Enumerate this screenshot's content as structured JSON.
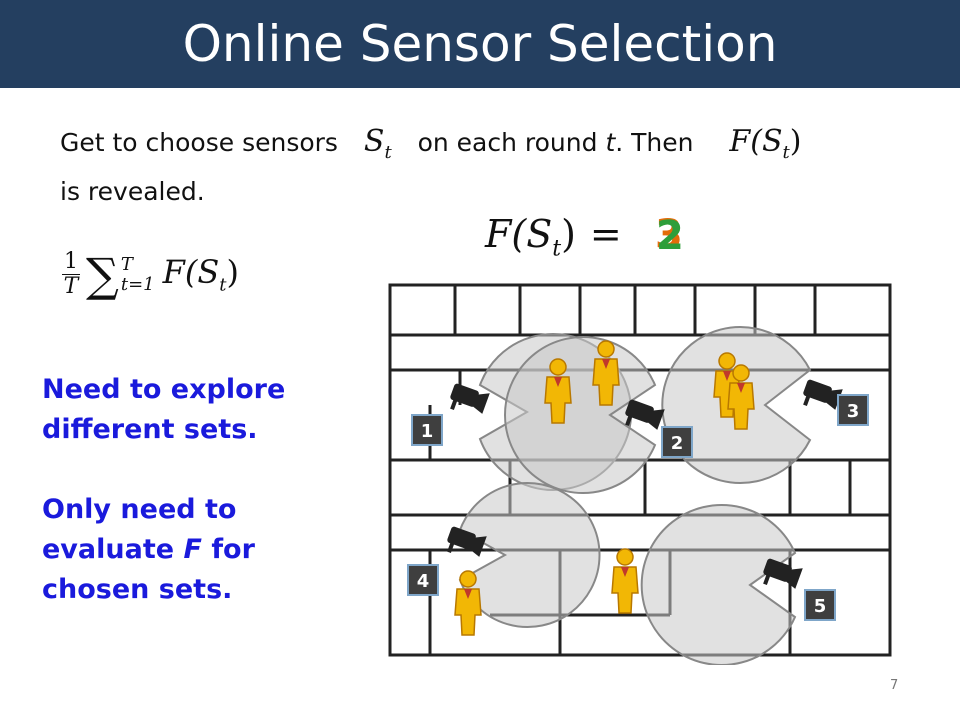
{
  "slide": {
    "title": "Online Sensor Selection",
    "page_number": "7"
  },
  "intro": {
    "line1_part1": "Get to choose sensors",
    "s_t": "S",
    "s_t_sub": "t",
    "line1_part2": "on each round",
    "round_var": "t",
    "line1_part3": ". Then",
    "f_of": "F(S",
    "f_sub": "t",
    "f_close": ")",
    "line2": "is revealed."
  },
  "objective": {
    "lhs_f": "F(S",
    "lhs_sub": "t",
    "lhs_close": ")",
    "eq": "=",
    "value_old": "3",
    "value_new": "2"
  },
  "average": {
    "frac_num": "1",
    "frac_den": "T",
    "sigma": "∑",
    "upper": "T",
    "lower": "t=1",
    "f": "F(S",
    "f_sub": "t",
    "f_close": ")"
  },
  "notes": {
    "explore_line1": "Need to explore",
    "explore_line2": "different sets.",
    "eval_line1": "Only need to",
    "eval_line2_pre": "evaluate",
    "eval_line2_var": "F",
    "eval_line2_post": "for",
    "eval_line3": "chosen sets."
  },
  "sensors": [
    {
      "label": "1"
    },
    {
      "label": "2"
    },
    {
      "label": "3"
    },
    {
      "label": "4"
    },
    {
      "label": "5"
    }
  ],
  "colors": {
    "title_bar": "#243f60",
    "note_text": "#1a1adc",
    "value_old": "#e36c0a",
    "value_new": "#2e9e3a",
    "sensor_badge": "#3f3f3f",
    "person": "#f2b705"
  }
}
